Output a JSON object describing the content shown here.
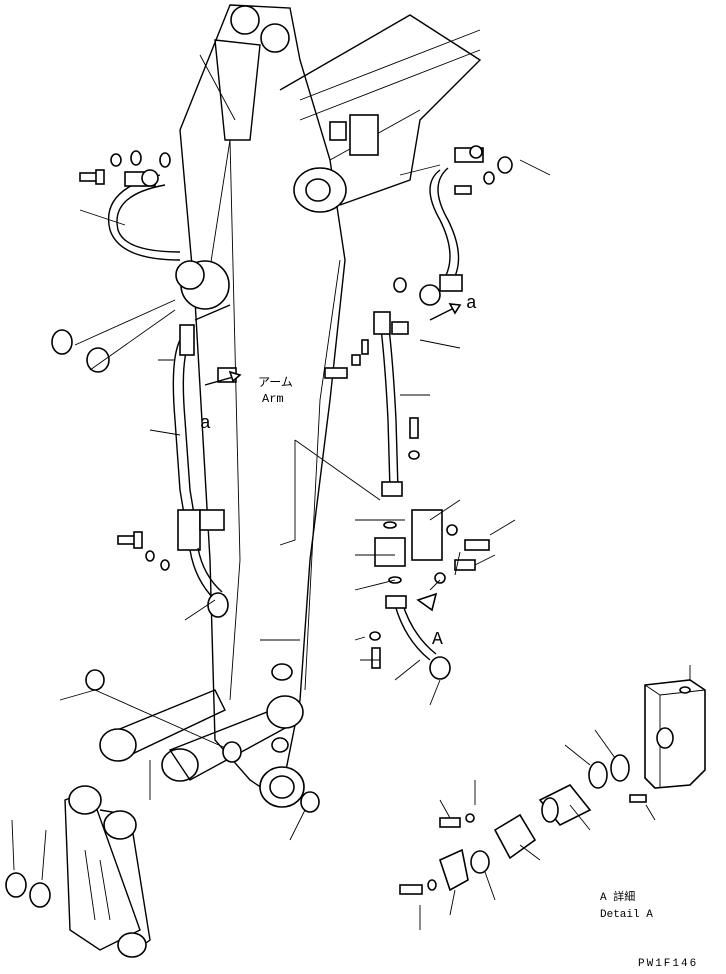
{
  "labels": {
    "arm_jp": "アーム",
    "arm_en": "Arm",
    "ref_a_upper": "a",
    "ref_a_left": "a",
    "ref_A": "A",
    "detail_jp": "A 詳細",
    "detail_en": "Detail A",
    "drawing_code": "PW1F146"
  }
}
